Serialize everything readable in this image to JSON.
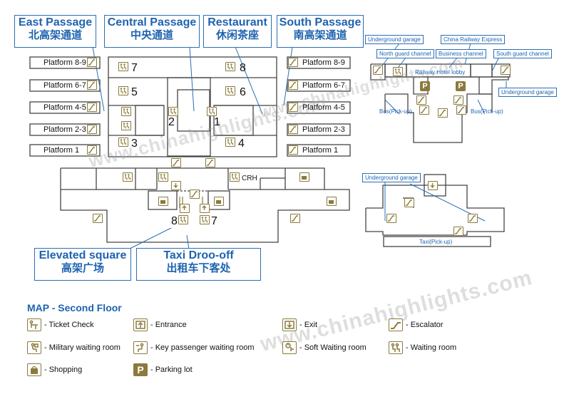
{
  "callouts": {
    "east": {
      "en": "East Passage",
      "zh": "北高架通道"
    },
    "central": {
      "en": "Central Passage",
      "zh": "中央通道"
    },
    "restaurant": {
      "en": "Restaurant",
      "zh": "休闲茶座"
    },
    "south": {
      "en": "South Passage",
      "zh": "南高架通道"
    },
    "elevated": {
      "en": "Elevated square",
      "zh": "高架广场"
    },
    "taxi": {
      "en": "Taxi Droo-off",
      "zh": "出租车下客处"
    }
  },
  "platforms_left": [
    "Platform 8-9",
    "Platform 6-7",
    "Platform 4-5",
    "Platform 2-3",
    "Platform 1"
  ],
  "platforms_right": [
    "Platform 8-9",
    "Platform 6-7",
    "Platform 4-5",
    "Platform 2-3",
    "Platform 1"
  ],
  "waiting_numbers": {
    "n7": "7",
    "n5": "5",
    "n3": "3",
    "n2": "2",
    "n1": "1",
    "n8": "8",
    "n6": "6",
    "n4": "4",
    "b8": "8",
    "b7": "7"
  },
  "crh_label": "CRH",
  "right_map": {
    "underground_garage_1": "Underground garage",
    "china_railway_express": "China Railway Express",
    "north_guard": "North guard channel",
    "business": "Business channel",
    "south_guard": "South guard channel",
    "hotel_lobby": "Railway Hotel lobby",
    "underground_garage_2": "Underground garage",
    "bus_left": "Bus(Pick-up)",
    "bus_right": "Bus(Pick-up)",
    "underground_garage_3": "Underground garage",
    "taxi_pickup": "Taxi(Pick-up)",
    "parking_symbol": "P"
  },
  "watermark": "www.chinahighlights.com",
  "legend": {
    "title": "MAP - Second Floor",
    "items": [
      {
        "icon": "ticket-check-icon",
        "label": "- Ticket Check"
      },
      {
        "icon": "entrance-icon",
        "label": "- Entrance"
      },
      {
        "icon": "exit-icon",
        "label": "- Exit"
      },
      {
        "icon": "escalator-icon",
        "label": "- Escalator"
      },
      {
        "icon": "military-waiting-icon",
        "label": "- Military waiting room"
      },
      {
        "icon": "key-passenger-icon",
        "label": "- Key passenger waiting room"
      },
      {
        "icon": "soft-waiting-icon",
        "label": "- Soft Waiting room"
      },
      {
        "icon": "waiting-room-icon",
        "label": "- Waiting room"
      },
      {
        "icon": "shopping-icon",
        "label": "- Shopping"
      },
      {
        "icon": "parking-icon",
        "label": "- Parking lot",
        "symbol": "P"
      }
    ]
  },
  "colors": {
    "accent": "#1e63b0",
    "icon": "#8a7a3c",
    "wall": "#444444"
  }
}
